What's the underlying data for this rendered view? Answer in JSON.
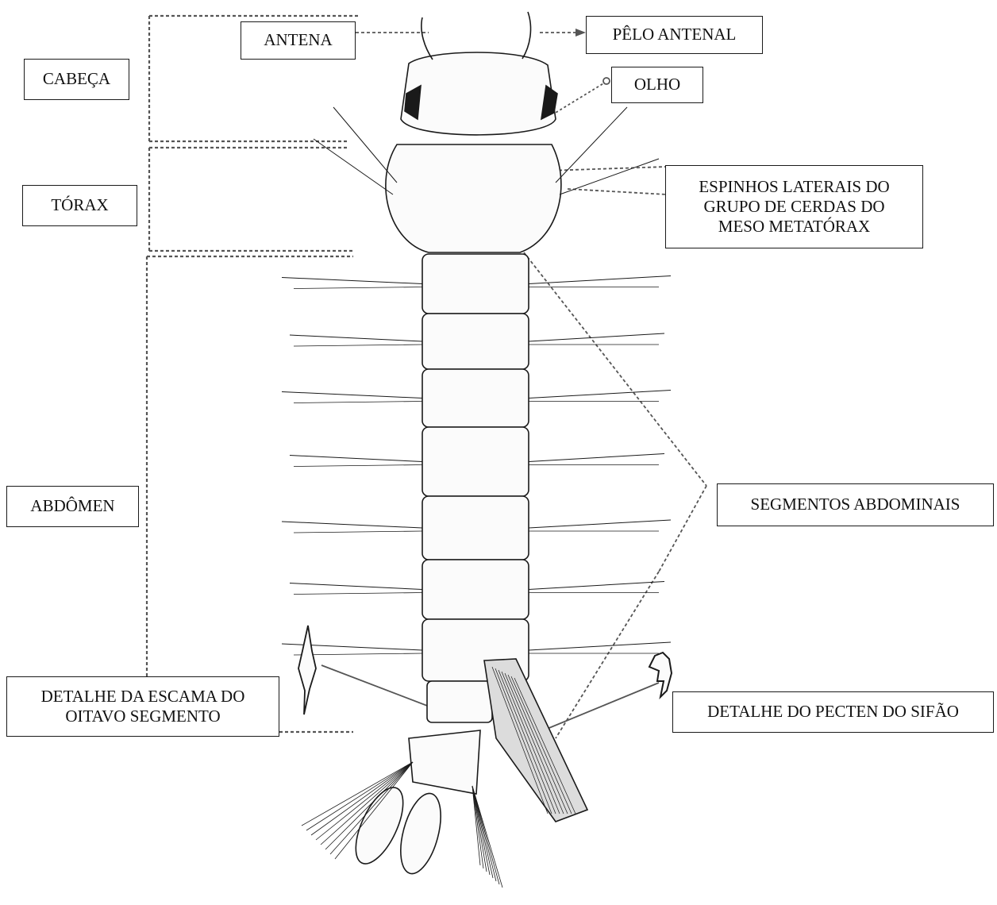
{
  "labels": {
    "antena": "ANTENA",
    "pelo_antenal": "PÊLO ANTENAL",
    "cabeca": "CABEÇA",
    "olho": "OLHO",
    "torax": "TÓRAX",
    "espinhos": "ESPINHOS LATERAIS DO\nGRUPO DE CERDAS DO\nMESO METATÓRAX",
    "abdomen": "ABDÔMEN",
    "segmentos": "SEGMENTOS ABDOMINAIS",
    "escama": "DETALHE DA ESCAMA DO\nOITAVO SEGMENTO",
    "pecten": "DETALHE DO PECTEN DO SIFÃO"
  },
  "colors": {
    "ink": "#1a1a1a",
    "leader": "#555555",
    "body_fill": "#fbfbfb"
  }
}
